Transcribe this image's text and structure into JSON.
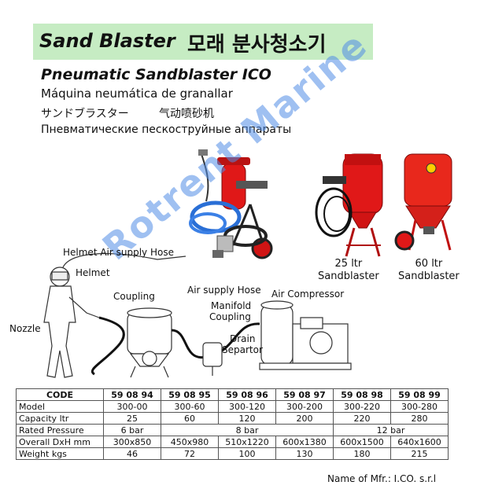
{
  "banner": {
    "title_en": "Sand Blaster",
    "title_ko": "모래 분사청소기"
  },
  "titles": {
    "en": "Pneumatic Sandblaster ICO",
    "es": "Máquina neumática de granallar",
    "jp": "サンドブラスター",
    "cn": "气动喷砂机",
    "ru": "Пневматические пескоструйные аппараты"
  },
  "watermark": "Rotrent Marine",
  "product_labels": {
    "small_capacity": "25 ltr",
    "small_name": "Sandblaster",
    "large_capacity": "60 ltr",
    "large_name": "Sandblaster"
  },
  "diagram_labels": {
    "helmet_hose": "Helmet Air supply Hose",
    "helmet": "Helmet",
    "nozzle": "Nozzle",
    "coupling": "Coupling",
    "air_hose": "Air supply Hose",
    "manifold": "Manifold",
    "manifold_coupling": "Coupling",
    "air_compressor": "Air Compressor",
    "drain": "Drain",
    "separator": "Separtor"
  },
  "table": {
    "header_label": "CODE",
    "codes": [
      "59 08 94",
      "59 08 95",
      "59 08 96",
      "59 08 97",
      "59 08 98",
      "59 08 99"
    ],
    "model_label": "Model",
    "models": [
      "300-00",
      "300-60",
      "300-120",
      "300-200",
      "300-220",
      "300-280"
    ],
    "capacity_label": "Capacity ltr",
    "capacities": [
      "25",
      "60",
      "120",
      "200",
      "220",
      "280"
    ],
    "pressure_label": "Rated Pressure",
    "pressure_a": "6 bar",
    "pressure_b": "8 bar",
    "pressure_c": "12 bar",
    "dims_label": "Overall DxH mm",
    "dims": [
      "300x850",
      "450x980",
      "510x1220",
      "600x1380",
      "600x1500",
      "640x1600"
    ],
    "weight_label": "Weight kgs",
    "weights": [
      "46",
      "72",
      "100",
      "130",
      "180",
      "215"
    ]
  },
  "manufacturer": "Name of Mfr.: I.CO. s.r.l",
  "colors": {
    "banner_bg": "#c6ecc3",
    "tank_red": "#e01818",
    "hose_blue": "#2a6fd6",
    "watermark": "#508ce6"
  }
}
